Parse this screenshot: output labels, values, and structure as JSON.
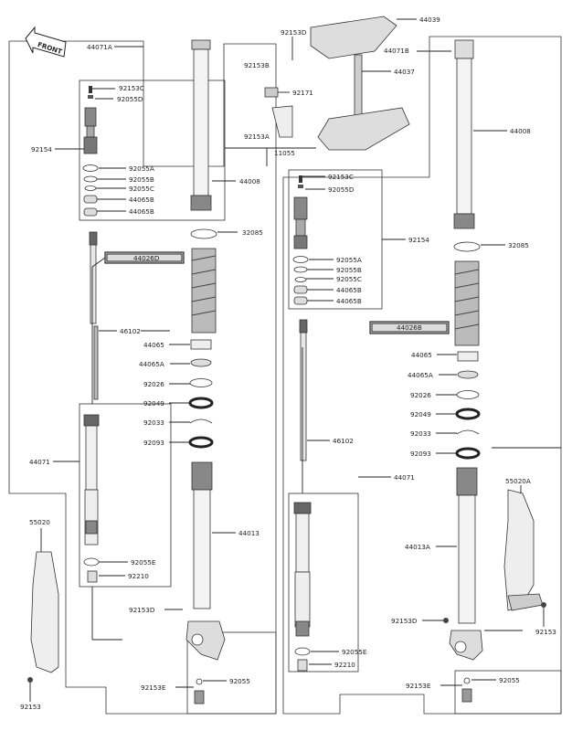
{
  "labels": {
    "front": "FRONT",
    "l_44071A": "44071A",
    "l_92153C": "92153C",
    "l_92055D": "92055D",
    "l_92154": "92154",
    "l_92055A": "92055A",
    "l_92055B": "92055B",
    "l_92055C": "92055C",
    "l_44065B": "44065B",
    "l_44065B2": "44065B",
    "l_44008": "44008",
    "l_32085": "32085",
    "l_44026D": "44026D",
    "l_46102": "46102",
    "l_44065": "44065",
    "l_44065A": "44065A",
    "l_92026": "92026",
    "l_92049": "92049",
    "l_92033": "92033",
    "l_92093": "92093",
    "l_44071": "44071",
    "l_44013": "44013",
    "l_55020": "55020",
    "l_92055E": "92055E",
    "l_92210": "92210",
    "l_92153D": "92153D",
    "l_92153E": "92153E",
    "l_92055": "92055",
    "l_92153": "92153",
    "r_92153D": "92153D",
    "r_44039": "44039",
    "r_92153B": "92153B",
    "r_44071B": "44071B",
    "r_44037": "44037",
    "r_92171": "92171",
    "r_92153A": "92153A",
    "r_11055": "11055",
    "r_44008": "44008",
    "r_92153C": "92153C",
    "r_92055D": "92055D",
    "r_92154": "92154",
    "r_32085": "32085",
    "r_92055A": "92055A",
    "r_92055B": "92055B",
    "r_92055C": "92055C",
    "r_44065B": "44065B",
    "r_44065B2": "44065B",
    "r_44026B": "44026B",
    "r_44065": "44065",
    "r_44065A": "44065A",
    "r_92026": "92026",
    "r_92049": "92049",
    "r_92033": "92033",
    "r_92093": "92093",
    "r_46102": "46102",
    "r_44071": "44071",
    "r_55020A": "55020A",
    "r_44013A": "44013A",
    "r_92153D2": "92153D",
    "r_92153": "92153",
    "r_92055E": "92055E",
    "r_92210": "92210",
    "r_92153E": "92153E",
    "r_92055": "92055"
  }
}
